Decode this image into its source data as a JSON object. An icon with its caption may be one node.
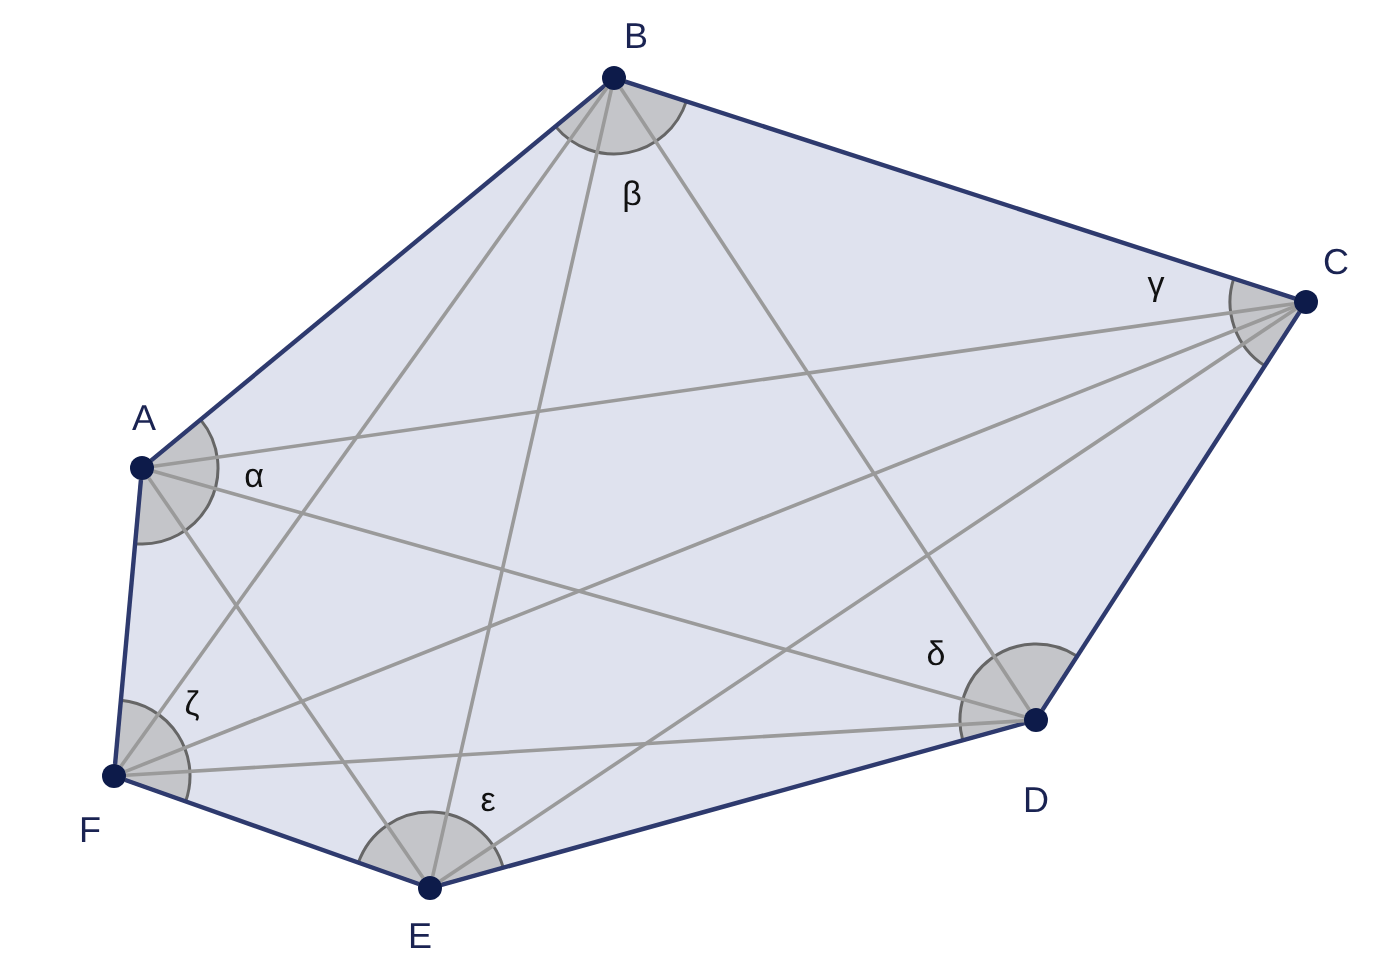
{
  "diagram": {
    "nodes": [
      {
        "text": [],
        "shape": "circle",
        "beside": [
          "A"
        ]
      },
      {
        "text": [],
        "shape": "circle",
        "beside": [
          "B"
        ]
      },
      {
        "text": [],
        "shape": "circle",
        "beside": [
          "C"
        ]
      },
      {
        "text": [],
        "shape": "circle",
        "beside": [
          "D"
        ]
      },
      {
        "text": [],
        "shape": "circle",
        "beside": [
          "E"
        ]
      },
      {
        "text": [],
        "shape": "circle",
        "beside": [
          "F"
        ]
      }
    ],
    "edges": [
      {
        "from": 0,
        "to": 1,
        "arrow": "none",
        "color": "#2e3a6e"
      },
      {
        "from": 1,
        "to": 2,
        "arrow": "none",
        "color": "#2e3a6e"
      },
      {
        "from": 2,
        "to": 3,
        "arrow": "none",
        "color": "#2e3a6e"
      },
      {
        "from": 3,
        "to": 4,
        "arrow": "none",
        "color": "#2e3a6e"
      },
      {
        "from": 4,
        "to": 5,
        "arrow": "none",
        "color": "#2e3a6e"
      },
      {
        "from": 5,
        "to": 0,
        "arrow": "none",
        "color": "#2e3a6e"
      },
      {
        "from": 0,
        "to": 2,
        "arrow": "none"
      },
      {
        "from": 0,
        "to": 3,
        "arrow": "none"
      },
      {
        "from": 0,
        "to": 4,
        "arrow": "none"
      },
      {
        "from": 1,
        "to": 5,
        "arrow": "none"
      },
      {
        "from": 1,
        "to": 4,
        "arrow": "none"
      },
      {
        "from": 1,
        "to": 3,
        "arrow": "none"
      },
      {
        "from": 2,
        "to": 5,
        "arrow": "none"
      },
      {
        "from": 2,
        "to": 4,
        "arrow": "none"
      },
      {
        "from": 5,
        "to": 3,
        "arrow": "none"
      }
    ],
    "labels": [
      "β",
      "γ",
      "α",
      "δ",
      "ζ",
      "ε"
    ]
  }
}
